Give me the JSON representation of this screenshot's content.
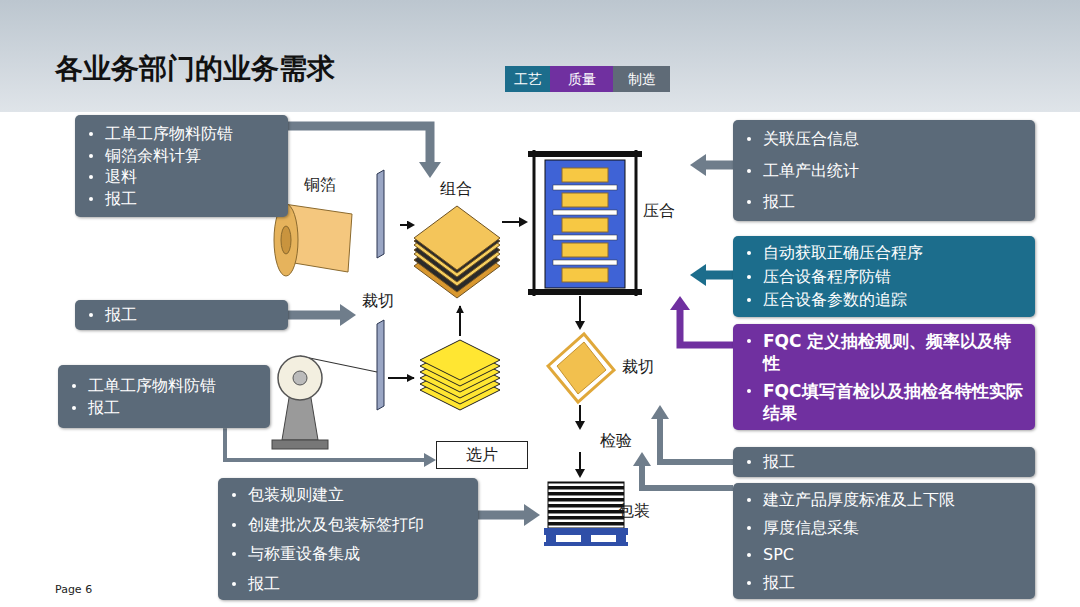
{
  "diagram": {
    "title": "各业务部门的业务需求",
    "nodes": [
      {
        "text": [
          "工单工序物料防错",
          "铜箔余料计算",
          "退料",
          "报工"
        ]
      },
      {
        "text": [
          "铜箔"
        ]
      },
      {
        "text": [
          "组合"
        ]
      },
      {
        "text": [
          "压合"
        ]
      },
      {
        "text": [
          "关联压合信息",
          "工单产出统计",
          "报工"
        ]
      },
      {
        "text": [
          "自动获取正确压合程序",
          "压合设备程序防错",
          "压合设备参数的追踪"
        ]
      },
      {
        "text": [
          "裁切"
        ]
      },
      {
        "text": [
          "报工"
        ]
      },
      {
        "text": [
          "FQC 定义抽检规则、频率以及特性",
          "FQC填写首检以及抽检各特性实际结果"
        ]
      },
      {
        "text": [
          "工单工序物料防错",
          "报工"
        ]
      },
      {
        "text": [
          "裁切"
        ]
      },
      {
        "text": [
          "检验"
        ]
      },
      {
        "text": [
          "选片"
        ]
      },
      {
        "text": [
          "报工"
        ]
      },
      {
        "text": [
          "包装规则建立",
          "创建批次及包装标签打印",
          "与称重设备集成",
          "报工"
        ]
      },
      {
        "text": [
          "包装"
        ]
      },
      {
        "text": [
          "建立产品厚度标准及上下限",
          "厚度信息采集",
          "SPC",
          "报工"
        ]
      }
    ],
    "edges": [
      {
        "from": 0,
        "to": 2,
        "arrow": "to"
      },
      {
        "from": 7,
        "to": 6,
        "arrow": "to"
      },
      {
        "from": 9,
        "to": 12,
        "arrow": "to"
      },
      {
        "from": 14,
        "to": 15,
        "arrow": "to"
      },
      {
        "from": 4,
        "to": 3,
        "arrow": "to"
      },
      {
        "from": 5,
        "to": 3,
        "arrow": "to"
      },
      {
        "from": 8,
        "to": 3,
        "arrow": "to"
      },
      {
        "from": 13,
        "to": 10,
        "arrow": "to"
      },
      {
        "from": 16,
        "to": 11,
        "arrow": "to"
      },
      {
        "from": 6,
        "to": 2,
        "arrow": "to"
      },
      {
        "from": 2,
        "to": 3,
        "arrow": "to"
      },
      {
        "from": 3,
        "to": 10,
        "arrow": "to"
      },
      {
        "from": 10,
        "to": 11,
        "arrow": "to"
      },
      {
        "from": 11,
        "to": 15,
        "arrow": "to"
      }
    ],
    "labels": [
      "Page 6"
    ],
    "legend": [
      {
        "text": "工艺",
        "color": "#1c6d8c"
      },
      {
        "text": "质量",
        "color": "#7030a0"
      },
      {
        "text": "制造",
        "color": "#5f6b77"
      }
    ]
  }
}
